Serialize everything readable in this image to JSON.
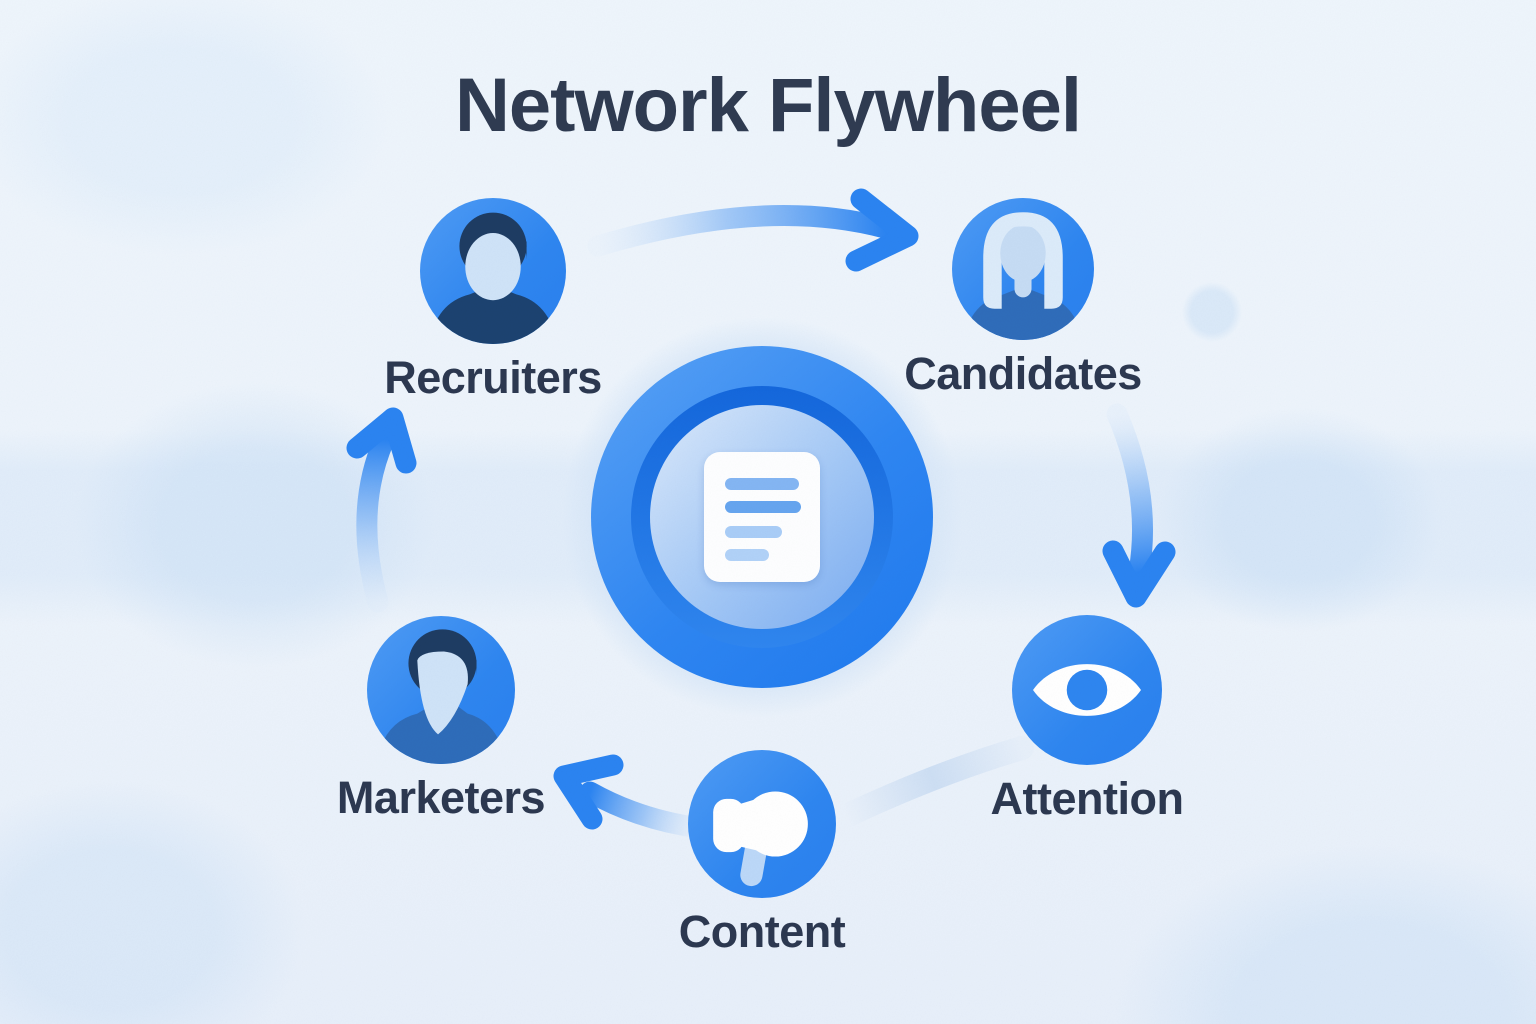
{
  "title": "Network Flywheel",
  "nodes": [
    {
      "label": "Recruiters",
      "icon": "male-avatar-icon"
    },
    {
      "label": "Candidates",
      "icon": "female-avatar-icon"
    },
    {
      "label": "Attention",
      "icon": "eye-icon"
    },
    {
      "label": "Content",
      "icon": "megaphone-icon"
    },
    {
      "label": "Marketers",
      "icon": "male-avatar-icon"
    }
  ],
  "center": {
    "icon": "document-icon",
    "text_lines": 4
  },
  "edges": [
    {
      "from": "Recruiters",
      "to": "Candidates",
      "arrow": true
    },
    {
      "from": "Candidates",
      "to": "Attention",
      "arrow": true
    },
    {
      "from": "Attention",
      "to": "Content",
      "arrow": false,
      "style": "faded-track"
    },
    {
      "from": "Content",
      "to": "Marketers",
      "arrow": true
    },
    {
      "from": "Marketers",
      "to": "Recruiters",
      "arrow": true
    }
  ],
  "colors": {
    "background": "#edf4fc",
    "accent_blue": "#2b84f1",
    "deep_blue": "#1467dc",
    "pale_blue": "#d9e7f8",
    "title_text": "#2f3b51",
    "label_text": "#2c3850",
    "white": "#ffffff"
  }
}
